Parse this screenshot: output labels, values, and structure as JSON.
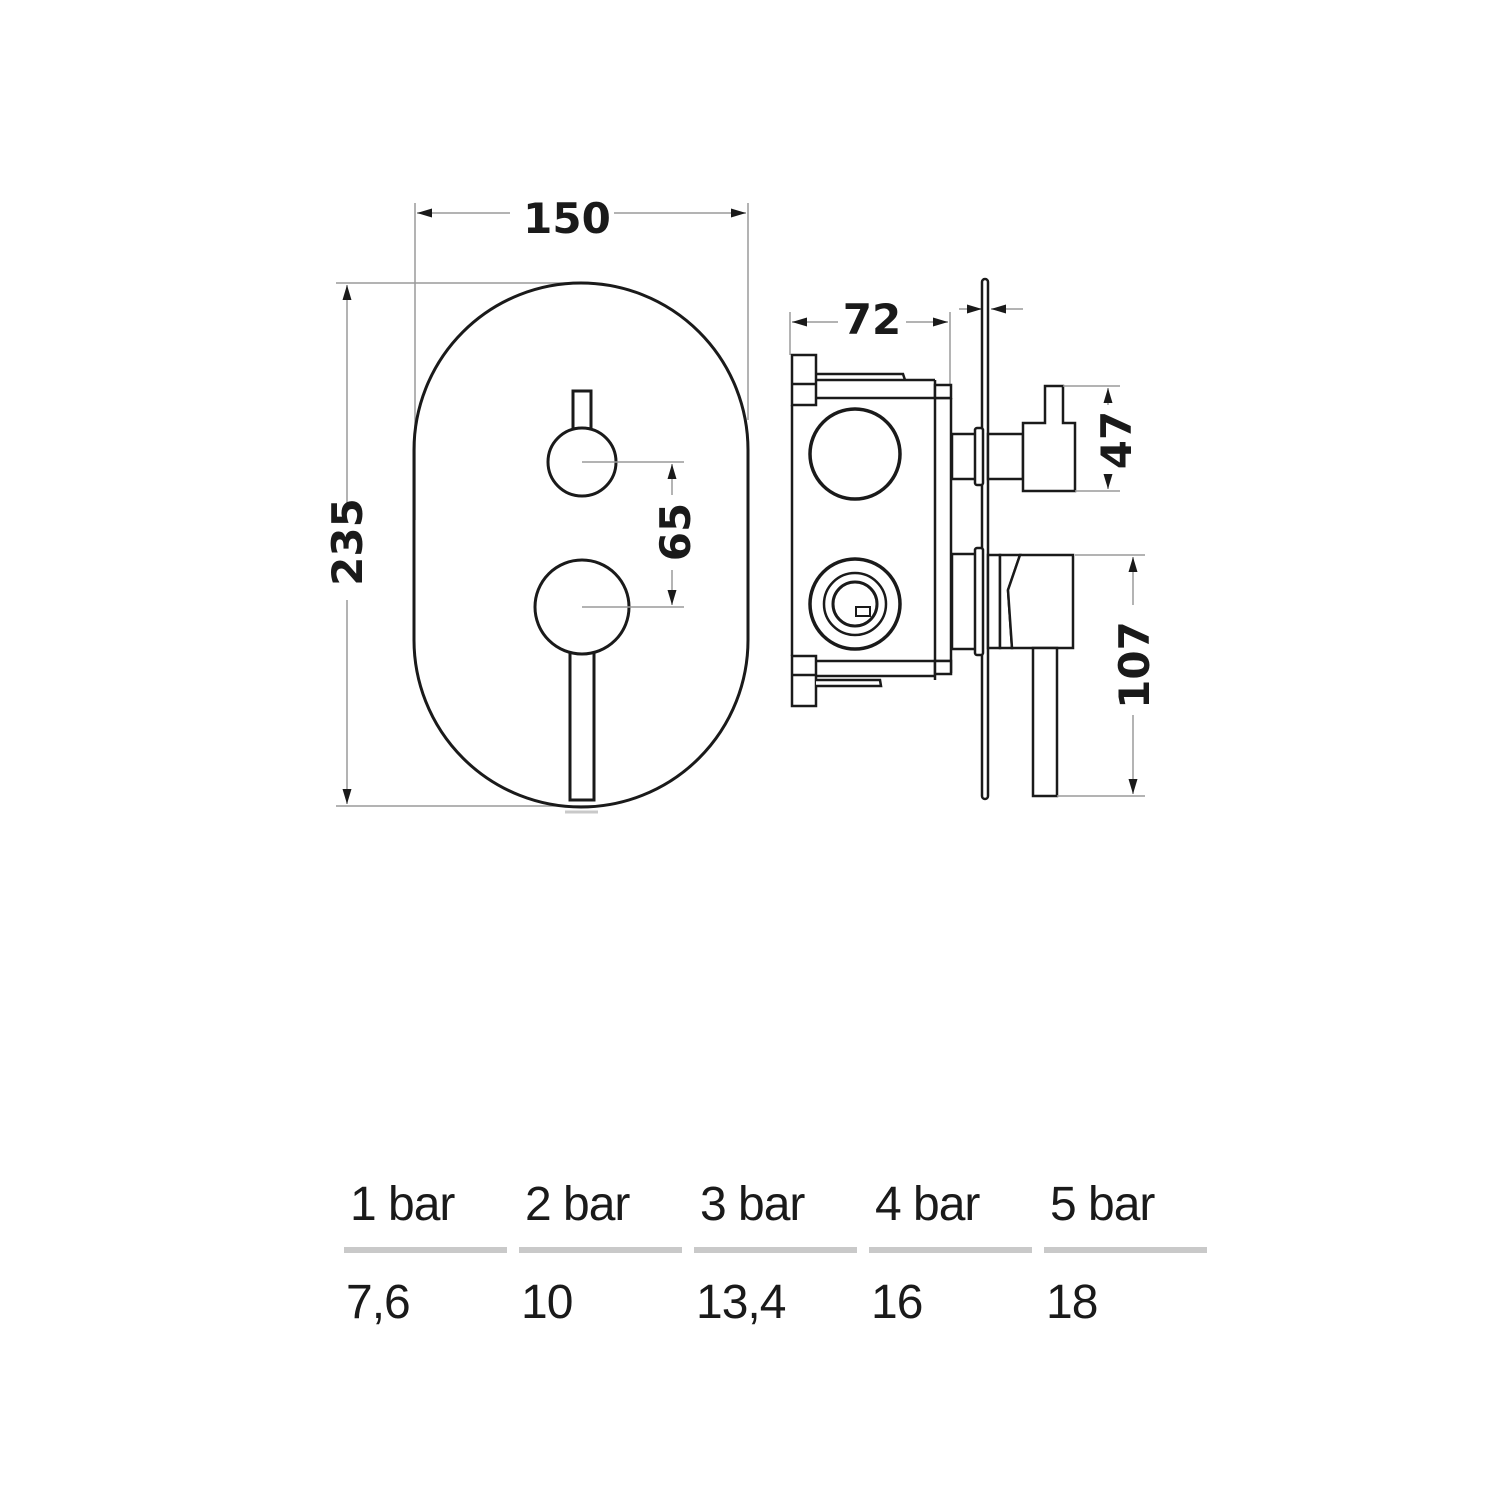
{
  "drawing": {
    "front_view": {
      "width_dim": "150",
      "height_dim": "235",
      "handle_spacing_dim": "65"
    },
    "side_view": {
      "depth_dim": "72",
      "diverter_height_dim": "47",
      "lever_height_dim": "107"
    },
    "colors": {
      "line": "#1a1a1a",
      "dim_line": "#9a9a9a",
      "separator": "#c9c9c9"
    }
  },
  "flow_table": {
    "columns": [
      {
        "pressure": "1 bar",
        "flow": "7,6"
      },
      {
        "pressure": "2 bar",
        "flow": "10"
      },
      {
        "pressure": "3 bar",
        "flow": "13,4"
      },
      {
        "pressure": "4 bar",
        "flow": "16"
      },
      {
        "pressure": "5 bar",
        "flow": "18"
      }
    ]
  }
}
